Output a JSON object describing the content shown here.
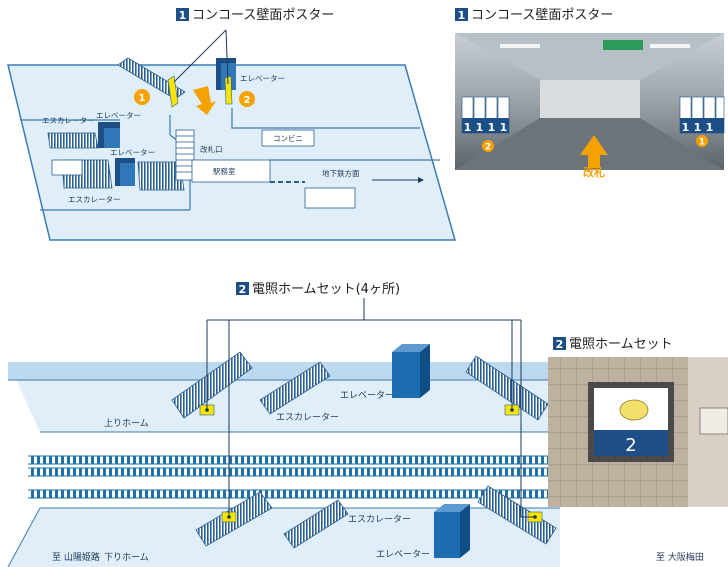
{
  "concourse": {
    "heading": "コンコース壁面ポスター",
    "heading_num": "1",
    "photo_heading": "コンコース壁面ポスター",
    "photo_heading_num": "1",
    "labels": {
      "escalator_tl": "エスカレーター",
      "elevator_tl": "エレベーター",
      "elevator_top": "エレベーター",
      "elevator_mid": "エレベーター",
      "escalator_bottom": "エスカレーター",
      "konbini": "コンビニ",
      "gate": "改札口",
      "station_office": "駅務室",
      "subway_dir": "地下鉄方面"
    },
    "marker_1": "1",
    "marker_2": "2",
    "photo": {
      "gate_label": "改札",
      "poster_number": "1",
      "marker_1": "1",
      "marker_2": "2"
    }
  },
  "platform": {
    "heading": "電照ホームセット(4ヶ所)",
    "heading_num": "2",
    "photo_heading": "電照ホームセット",
    "photo_heading_num": "2",
    "labels": {
      "up_platform": "上りホーム",
      "down_platform": "下りホーム",
      "escalator_top": "エスカレーター",
      "escalator_bottom": "エスカレーター",
      "elevator_top": "エレベーター",
      "elevator_bottom": "エレベーター",
      "to_west": "至 山陽姫路",
      "to_east": "至 大阪梅田"
    },
    "photo": {
      "sign_number": "2"
    }
  },
  "colors": {
    "floor": "#dfeef8",
    "floor_line": "#3c7cb5",
    "accent_orange": "#f5a100",
    "marker_yellow": "#f7e400",
    "navy": "#1d4f86",
    "rail": "#1f6fa8"
  }
}
